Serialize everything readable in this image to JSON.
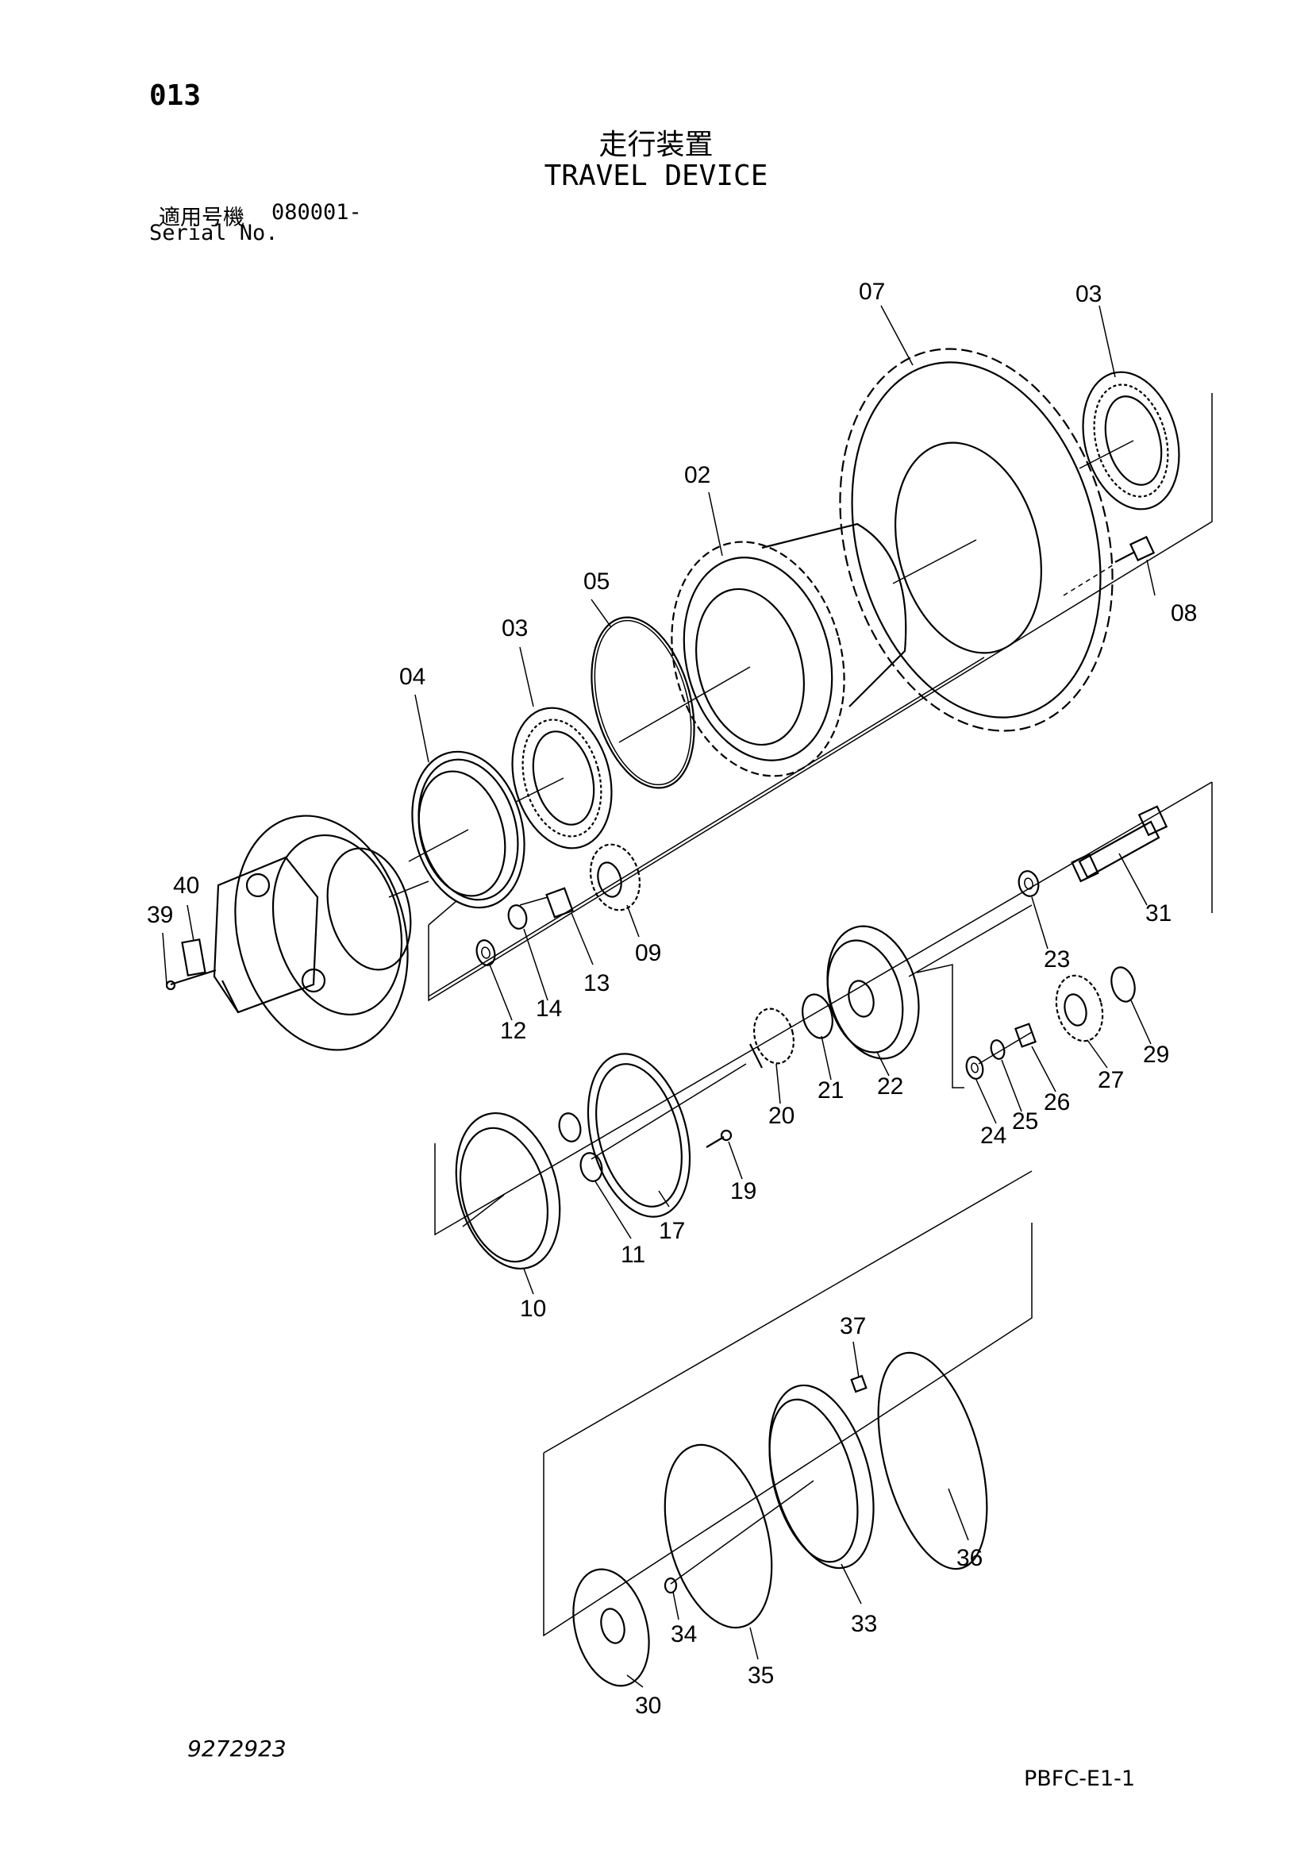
{
  "header": {
    "page_number": "013",
    "title_jp": "走行装置",
    "title_en": "TRAVEL DEVICE",
    "serial_label_jp": "適用号機",
    "serial_value": "080001-",
    "serial_label_en": "Serial No."
  },
  "footer": {
    "drawing_number": "9272923",
    "page_code": "PBFC-E1-1"
  },
  "parts": [
    {
      "no": "07"
    },
    {
      "no": "03",
      "key": "03a"
    },
    {
      "no": "02"
    },
    {
      "no": "08"
    },
    {
      "no": "05"
    },
    {
      "no": "03",
      "key": "03b"
    },
    {
      "no": "04"
    },
    {
      "no": "31"
    },
    {
      "no": "40"
    },
    {
      "no": "39"
    },
    {
      "no": "09"
    },
    {
      "no": "23"
    },
    {
      "no": "13"
    },
    {
      "no": "14"
    },
    {
      "no": "12"
    },
    {
      "no": "29"
    },
    {
      "no": "21"
    },
    {
      "no": "22"
    },
    {
      "no": "27"
    },
    {
      "no": "26"
    },
    {
      "no": "20"
    },
    {
      "no": "25"
    },
    {
      "no": "24"
    },
    {
      "no": "19"
    },
    {
      "no": "17"
    },
    {
      "no": "11"
    },
    {
      "no": "10"
    },
    {
      "no": "37"
    },
    {
      "no": "36"
    },
    {
      "no": "34"
    },
    {
      "no": "33"
    },
    {
      "no": "35"
    },
    {
      "no": "30"
    }
  ]
}
